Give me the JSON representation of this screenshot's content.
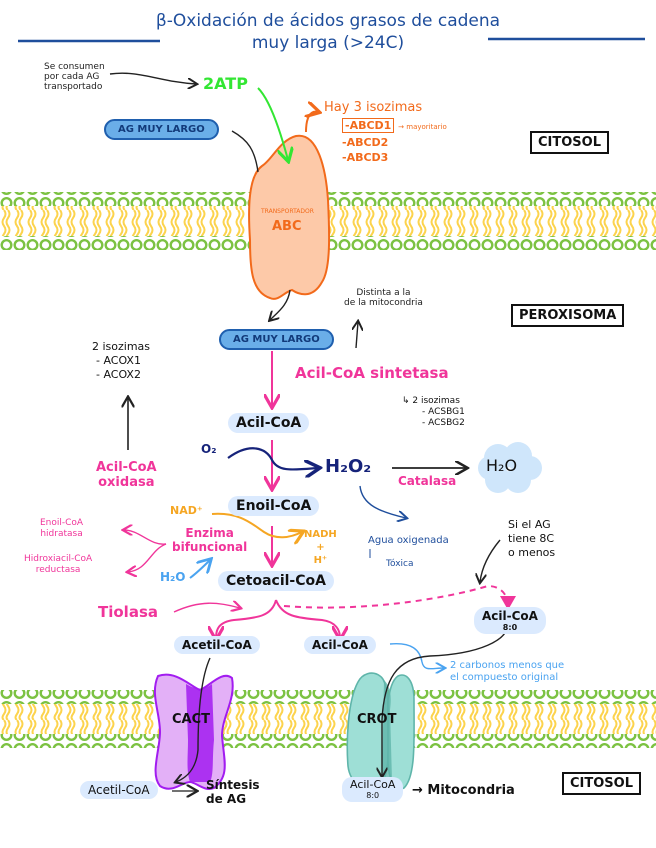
{
  "title": {
    "line1": "β-Oxidación de ácidos grasos de cadena",
    "line2": "muy larga (>24C)"
  },
  "compartments": {
    "top": "CITOSOL",
    "middle": "PEROXISOMA",
    "bottom": "CITOSOL"
  },
  "atp": {
    "note": [
      "Se consumen",
      "por cada AG",
      "transportado"
    ],
    "label": "2ATP"
  },
  "transporter": {
    "small": "TRANSPORTADOR",
    "name": "ABC",
    "isozymes_title": "Hay 3 isozimas",
    "isozymes": [
      "-ABCD1",
      "-ABCD2",
      "-ABCD3"
    ],
    "major_note": "→ mayoritario"
  },
  "substrate_top": "AG MUY LARGO",
  "substrate_peroxisome": "AG MUY LARGO",
  "distinct_note": [
    "Distinta a la",
    "de la mitocondria"
  ],
  "enzymes": {
    "acil_coa_sintetasa": "Acil-CoA sintetasa",
    "acsbg_title": "↳ 2 isozimas",
    "acsbg": [
      "- ACSBG1",
      "- ACSBG2"
    ],
    "acox_title": "2 isozimas",
    "acox": [
      "- ACOX1",
      "- ACOX2"
    ],
    "acil_coa_oxidasa": [
      "Acil-CoA",
      "oxidasa"
    ],
    "catalasa": "Catalasa",
    "enzima_bifuncional": [
      "Enzima",
      "bifuncional"
    ],
    "enoil_hidratasa": [
      "Enoil-CoA",
      "hidratasa"
    ],
    "hidroxiacil_reductasa": [
      "Hidroxiacil-CoA",
      "reductasa"
    ],
    "tiolasa": "Tiolasa"
  },
  "metabolites": {
    "acil_coa": "Acil-CoA",
    "enoil_coa": "Enoil-CoA",
    "cetoacil_coa": "Cetoacil-CoA",
    "acetil_coa": "Acetil-CoA",
    "acil_coa_2": "Acil-CoA",
    "acil_coa_8": "Acil-CoA",
    "acil_coa_8_sub": "8:0",
    "acetil_coa_out": "Acetil-CoA",
    "acil_coa_8_out": "Acil-CoA",
    "acil_coa_8_out_sub": "8:0"
  },
  "cofactors": {
    "o2": "O₂",
    "h2o2": "H₂O₂",
    "h2o_cat": "H₂O",
    "nad": "NAD⁺",
    "nadh": [
      "NADH",
      "+",
      "H⁺"
    ],
    "h2o": "H₂O"
  },
  "notes": {
    "agua_oxigenada": "Agua oxigenada",
    "toxica": "Tóxica",
    "si_ag": [
      "Si el AG",
      "tiene 8C",
      "o menos"
    ],
    "dos_carbonos": [
      "2 carbonos menos que",
      "el compuesto original"
    ],
    "sintesis": [
      "Síntesis",
      "de AG"
    ],
    "mitocondria": "→ Mitocondria"
  },
  "carriers": {
    "cact": "CACT",
    "crot": "CROT"
  },
  "colors": {
    "membrane_head": "#7cc242",
    "membrane_tail": "#fcd34d",
    "transporter_fill": "#fdc9a8",
    "transporter_stroke": "#f26a1b",
    "pink": "#f0359a",
    "cact_fill": "#e3b0f7",
    "cact_dark": "#a21cf0",
    "crot_fill": "#9edfd6",
    "crot_dark": "#5fb5aa",
    "atp_green": "#33e633"
  }
}
